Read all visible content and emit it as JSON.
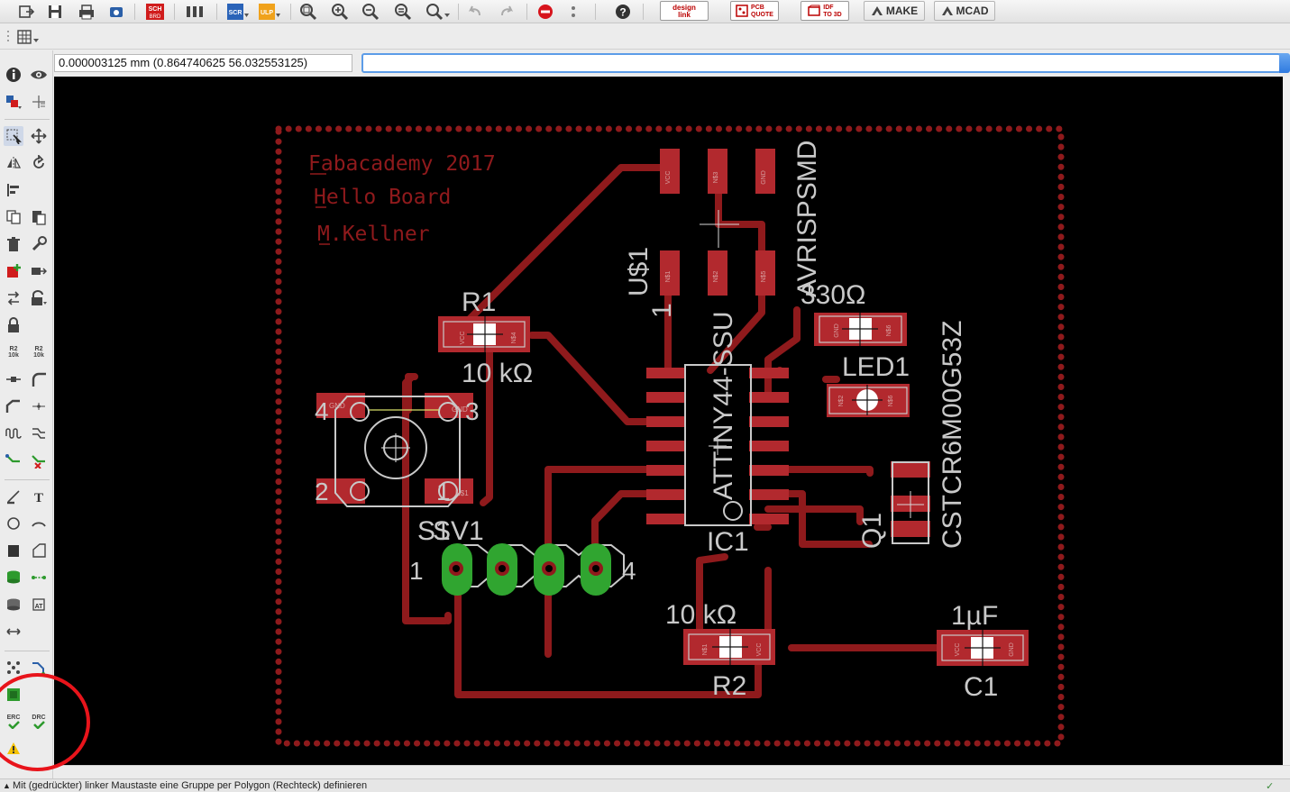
{
  "toolbar": {
    "brand_buttons": [
      {
        "id": "designlink",
        "line1": "design",
        "line2": "link"
      },
      {
        "id": "pcbquote",
        "line1": "PCB",
        "line2": "QUOTE"
      },
      {
        "id": "idf",
        "line1": "IDF",
        "line2": "TO 3D"
      }
    ],
    "make_label": "MAKE",
    "mcad_label": "MCAD",
    "sch_label": "SCH",
    "scr_label": "SCR",
    "ulp_label": "ULP"
  },
  "coordinates": "0.000003125 mm (0.864740625 56.032553125)",
  "command_input": {
    "value": "",
    "placeholder": ""
  },
  "palette": {
    "erc_label": "ERC",
    "drc_label": "DRC",
    "r2_label": "R2",
    "r10k_label": "10k"
  },
  "board": {
    "silkscreen": [
      "Fabacademy 2017",
      "Hello Board",
      "M.Kellner"
    ],
    "components": {
      "r1_name": "R1",
      "r1_value": "10 kΩ",
      "r2_name": "R2",
      "r2_value": "10 kΩ",
      "c1_name": "C1",
      "c1_value": "1µF",
      "ic1_name": "IC1",
      "ic1_value": "ATTINY44-SSU",
      "isp_name": "U$1",
      "isp_value": "AVRISPSMD",
      "isp_pin1": "1",
      "led_value": "330Ω",
      "led_name": "LED1",
      "q1_name": "Q1",
      "q1_value": "CSTCR6M00G53Z",
      "sw_name": "S1",
      "sv_name": "SV1",
      "sw_pin4": "4",
      "sw_pin3": "3",
      "sw_pin2": "2",
      "sw_pin1": "1",
      "sv_pin1": "1",
      "sv_pin4": "4"
    },
    "pad_labels": {
      "vcc": "VCC",
      "gnd": "GND",
      "n1": "N$1",
      "n2": "N$2",
      "n3": "N$3",
      "n4": "N$4",
      "n5": "N$5",
      "n6": "N$6"
    }
  },
  "status_bar": "Mit (gedrückter) linker Maustaste eine Gruppe per Polygon (Rechteck) definieren",
  "colors": {
    "trace": "#8f1a1c",
    "pad": "#b2292e",
    "via": "#30a530",
    "silk": "#b9b9b9",
    "outline": "#8f1a1c",
    "annotation": "#e8141b"
  }
}
